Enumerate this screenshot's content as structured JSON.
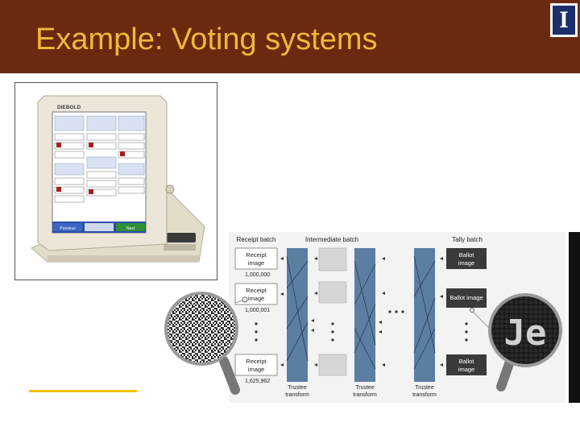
{
  "slide": {
    "title": "Example: Voting systems"
  },
  "photo": {
    "brand": "DIEBOLD",
    "buttons": [
      "Previous",
      "",
      "Next"
    ]
  },
  "diagram": {
    "col_headers": {
      "receipt": "Receipt batch",
      "intermediate": "Intermediate batch",
      "tally": "Tally batch"
    },
    "receipts": [
      {
        "label_line1": "Receipt",
        "label_line2": "image",
        "number": "1,000,000"
      },
      {
        "label_line1": "Receipt",
        "label_line2": "image",
        "number": "1,000,001"
      },
      {
        "label_line1": "Receipt",
        "label_line2": "image",
        "number": "1,625,962"
      }
    ],
    "ballots": [
      {
        "line1": "Ballot",
        "line2": "image"
      },
      {
        "line1": "Ballot image",
        "line2": ""
      },
      {
        "line1": "Ballot",
        "line2": "image"
      }
    ],
    "trustee": {
      "line1": "Trustee",
      "line2": "transform"
    },
    "magnifier_text": "Je",
    "colors": {
      "header_bg": "#6b2a10",
      "title": "#f2b73a",
      "trustee_bar": "#5b7ea3",
      "ballot_box": "#3a3a3a",
      "accent": "#f2c200"
    }
  }
}
